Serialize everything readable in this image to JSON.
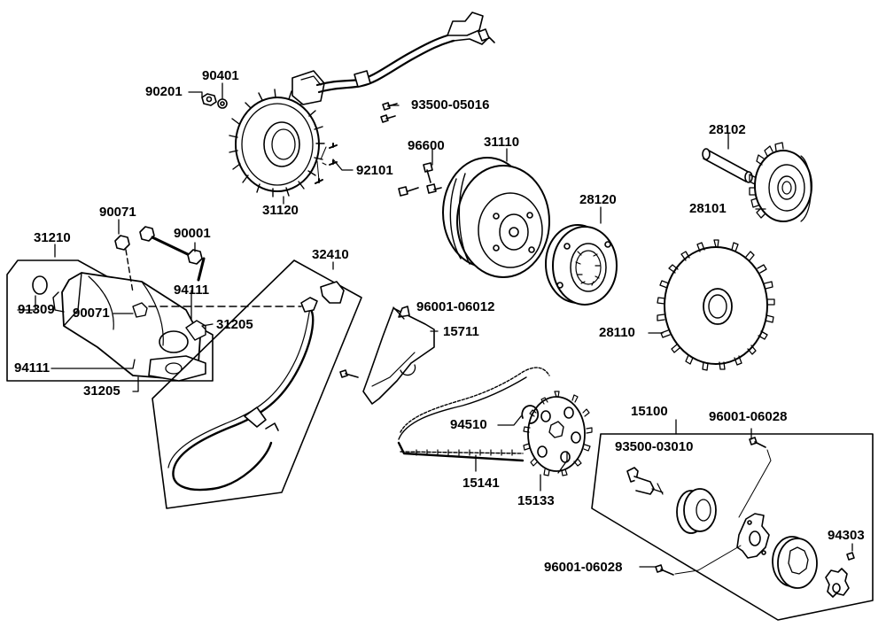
{
  "diagram": {
    "labels": [
      {
        "id": "p90201",
        "text": "90201"
      },
      {
        "id": "p90401",
        "text": "90401"
      },
      {
        "id": "p93500_05016",
        "text": "93500-05016"
      },
      {
        "id": "p96600",
        "text": "96600"
      },
      {
        "id": "p31110",
        "text": "31110"
      },
      {
        "id": "p28102",
        "text": "28102"
      },
      {
        "id": "p92101",
        "text": "92101"
      },
      {
        "id": "p31120",
        "text": "31120"
      },
      {
        "id": "p28120",
        "text": "28120"
      },
      {
        "id": "p28101",
        "text": "28101"
      },
      {
        "id": "p90071a",
        "text": "90071"
      },
      {
        "id": "p90001",
        "text": "90001"
      },
      {
        "id": "p31210",
        "text": "31210"
      },
      {
        "id": "p32410",
        "text": "32410"
      },
      {
        "id": "p94111a",
        "text": "94111"
      },
      {
        "id": "p91309",
        "text": "91309"
      },
      {
        "id": "p90071b",
        "text": "90071"
      },
      {
        "id": "p31205a",
        "text": "31205"
      },
      {
        "id": "p96001_06012",
        "text": "96001-06012"
      },
      {
        "id": "p15711",
        "text": "15711"
      },
      {
        "id": "p28110",
        "text": "28110"
      },
      {
        "id": "p94111b",
        "text": "94111"
      },
      {
        "id": "p31205b",
        "text": "31205"
      },
      {
        "id": "p15100",
        "text": "15100"
      },
      {
        "id": "p96001_06028a",
        "text": "96001-06028"
      },
      {
        "id": "p94510",
        "text": "94510"
      },
      {
        "id": "p93500_03010",
        "text": "93500-03010"
      },
      {
        "id": "p15141",
        "text": "15141"
      },
      {
        "id": "p15133",
        "text": "15133"
      },
      {
        "id": "p94303",
        "text": "94303"
      },
      {
        "id": "p96001_06028b",
        "text": "96001-06028"
      }
    ]
  }
}
